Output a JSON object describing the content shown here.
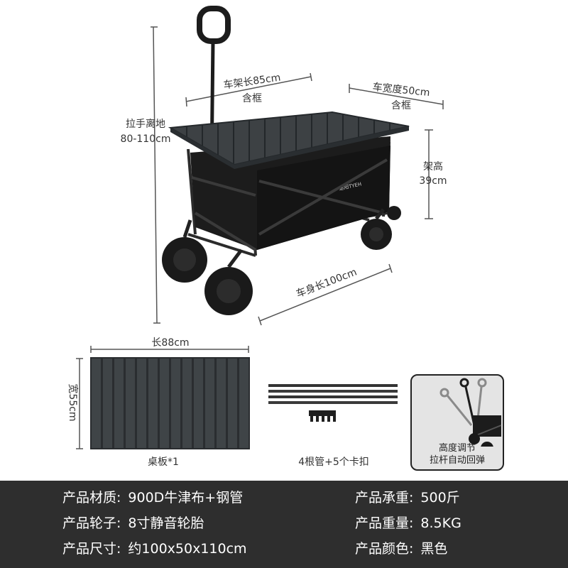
{
  "dimensions": {
    "frame_length": "车架长85cm",
    "frame_length_note": "含框",
    "width": "车宽度50cm",
    "width_note": "含框",
    "handle_height_title": "拉手离地",
    "handle_height_value": "80-110cm",
    "frame_height_title": "架高",
    "frame_height_value": "39cm",
    "body_length": "车身长100cm"
  },
  "brand_mark": "途阳TYEH",
  "accessories": {
    "board_length": "长88cm",
    "board_width": "宽55cm",
    "board_caption": "桌板*1",
    "tubes_caption": "4根管+5个卡扣",
    "inset_line1": "高度调节",
    "inset_line2": "拉杆自动回弹"
  },
  "specs": {
    "material_key": "产品材质:",
    "material_value": "900D牛津布+钢管",
    "wheels_key": "产品轮子:",
    "wheels_value": "8寸静音轮胎",
    "size_key": "产品尺寸:",
    "size_value": "约100x50x110cm",
    "load_key": "产品承重:",
    "load_value": "500斤",
    "weight_key": "产品重量:",
    "weight_value": "8.5KG",
    "color_key": "产品颜色:",
    "color_value": "黑色"
  },
  "colors": {
    "panel_bg": "#2e2e2e",
    "product_black": "#1c1c1c",
    "table_top": "#3d4144",
    "dimension_line": "#555555"
  }
}
